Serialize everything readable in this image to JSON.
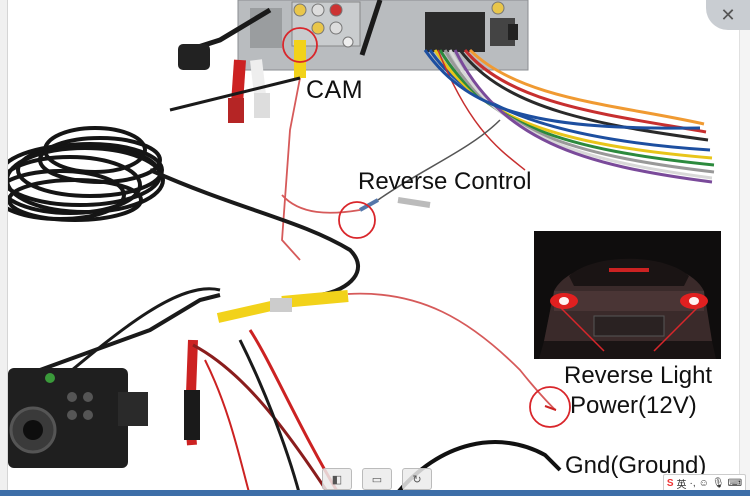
{
  "labels": {
    "cam": "CAM",
    "reverse_control": "Reverse Control",
    "reverse_light": "Reverse Light",
    "power": "Power(12V)",
    "gnd": "Gnd(Ground)"
  },
  "ime": {
    "logo": "S",
    "lang": "英"
  },
  "colors": {
    "annotation_red": "#d9262b",
    "cable_black": "#1a1a1a",
    "rca_yellow": "#f2d21a",
    "wire_red": "#c22"
  }
}
